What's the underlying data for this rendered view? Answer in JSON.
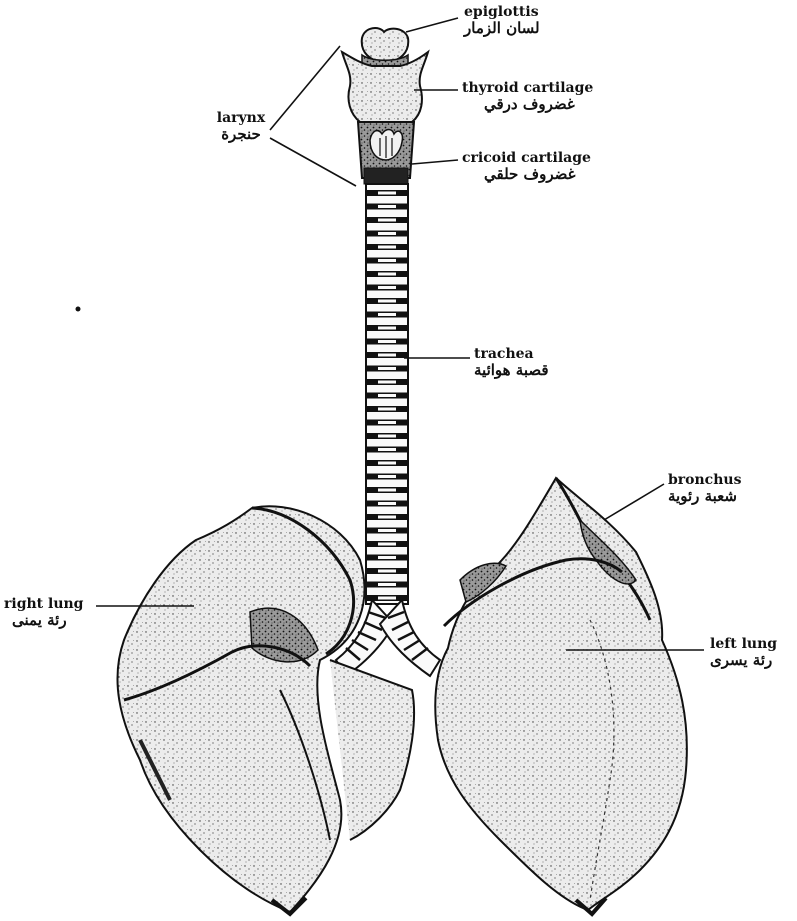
{
  "diagram": {
    "labels": {
      "epiglottis": {
        "en": "epiglottis",
        "ar": "لسان الزمار"
      },
      "thyroid_cartilage": {
        "en": "thyroid cartilage",
        "ar": "غضروف درقي"
      },
      "cricoid_cartilage": {
        "en": "cricoid cartilage",
        "ar": "غضروف حلقي"
      },
      "larynx": {
        "en": "larynx",
        "ar": "حنجرة"
      },
      "trachea": {
        "en": "trachea",
        "ar": "قصبة هوائية"
      },
      "bronchus": {
        "en": "bronchus",
        "ar": "شعبة رئوية"
      },
      "right_lung": {
        "en": "right lung",
        "ar": "رئة يمنى"
      },
      "left_lung": {
        "en": "left lung",
        "ar": "رئة يسرى"
      }
    },
    "colors": {
      "ink": "#111111",
      "tissue": "#e9e9e9",
      "shadow": "#444444",
      "background": "#ffffff"
    }
  }
}
